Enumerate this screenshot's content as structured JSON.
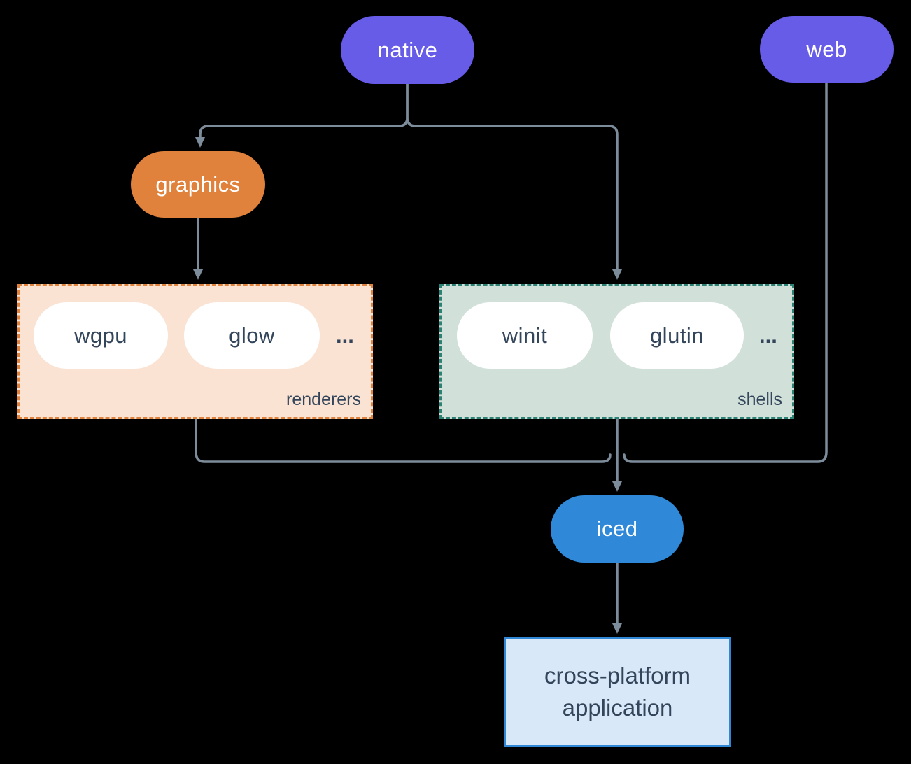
{
  "diagram": {
    "background_color": "#000000",
    "connector_color": "#7d8c9b",
    "item_text_color": "#33455a",
    "nodes": {
      "native": {
        "label": "native",
        "color": "#675ce8"
      },
      "web": {
        "label": "web",
        "color": "#675ce8"
      },
      "graphics": {
        "label": "graphics",
        "color": "#e0823c"
      },
      "iced": {
        "label": "iced",
        "color": "#2f88d8"
      }
    },
    "groups": {
      "renderers": {
        "label": "renderers",
        "bg": "#fae3d3",
        "border": "#e0823c",
        "items": [
          "wgpu",
          "glow"
        ],
        "ellipsis": "..."
      },
      "shells": {
        "label": "shells",
        "bg": "#d2e0da",
        "border": "#2b8173",
        "items": [
          "winit",
          "glutin"
        ],
        "ellipsis": "..."
      }
    },
    "application": {
      "line1": "cross-platform",
      "line2": "application",
      "bg": "#d9e8f8",
      "border": "#2f87d6"
    }
  }
}
